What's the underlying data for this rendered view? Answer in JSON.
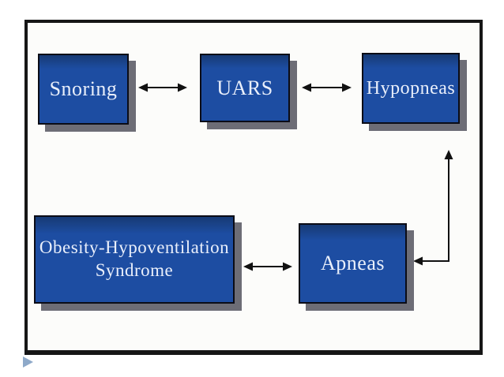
{
  "diagram": {
    "title": "Sleep-disordered breathing spectrum diagram",
    "nodes": [
      {
        "id": "snoring",
        "label": "Snoring"
      },
      {
        "id": "uars",
        "label": "UARS"
      },
      {
        "id": "hypopneas",
        "label": "Hypopneas"
      },
      {
        "id": "ohs",
        "label": "Obesity-Hypoventilation Syndrome"
      },
      {
        "id": "apneas",
        "label": "Apneas"
      }
    ],
    "edges": [
      {
        "from": "snoring",
        "to": "uars",
        "direction": "bidirectional",
        "shape": "straight"
      },
      {
        "from": "uars",
        "to": "hypopneas",
        "direction": "bidirectional",
        "shape": "straight"
      },
      {
        "from": "ohs",
        "to": "apneas",
        "direction": "bidirectional",
        "shape": "straight"
      },
      {
        "from": "apneas",
        "to": "hypopneas",
        "direction": "bidirectional",
        "shape": "elbow"
      }
    ],
    "colors": {
      "box_fill": "#1d4da2",
      "box_border": "#0b0c16",
      "box_shadow": "#6d6d76",
      "box_text": "#e9effb",
      "frame_border": "#161616",
      "frame_background": "#fcfcfa",
      "arrow": "#111111",
      "bullet": "#8ea9c9",
      "page_background": "#ffffff"
    }
  }
}
